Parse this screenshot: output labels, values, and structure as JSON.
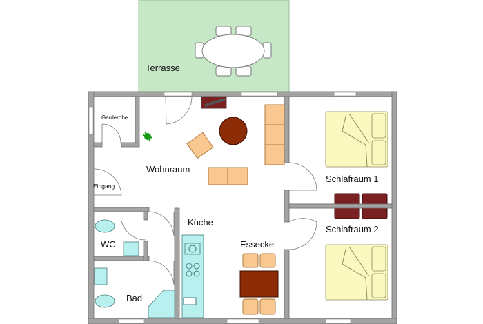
{
  "title": "Grundriss",
  "rooms": {
    "terrace": "Terrasse",
    "wardrobe": "Garderobe",
    "living": "Wohnraum",
    "entrance": "Eingang",
    "kitchen": "Küche",
    "wc": "WC",
    "dining": "Essecke",
    "bath": "Bad",
    "bedroom1": "Schlafraum 1",
    "bedroom2": "Schlafraum 2"
  },
  "colors": {
    "terrace": "#c6e8c6",
    "wall": "#a3a3a3",
    "cushion": "#f8c890",
    "wood": "#8b2c06",
    "sanitary": "#b8f0f0",
    "bed": "#fbf8c0",
    "wardrobe": "#7a2020"
  }
}
